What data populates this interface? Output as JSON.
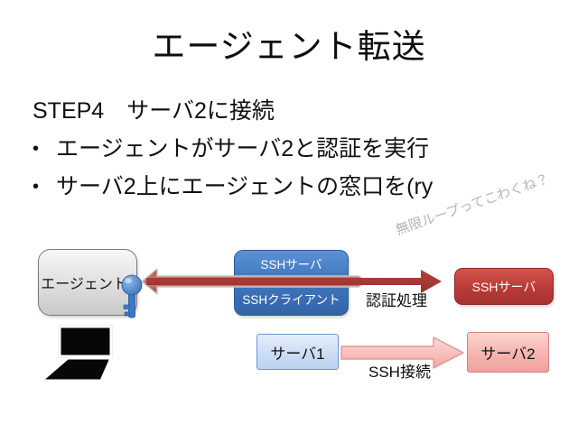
{
  "slide": {
    "title": "エージェント転送",
    "step_heading": "STEP4　サーバ2に接続",
    "bullet_char": "•",
    "bullets": [
      "エージェントがサーバ2と認証を実行",
      "サーバ2上にエージェントの窓口を(ry"
    ],
    "watermark": "無限ループってこわくね？"
  },
  "diagram": {
    "agent_box": {
      "label": "エージェント"
    },
    "ssh_stack_box": {
      "server_label": "SSHサーバ",
      "client_label": "SSHクライアント"
    },
    "remote_ssh_server_box": {
      "label": "SSHサーバ"
    },
    "server1_box": {
      "label": "サーバ1"
    },
    "server2_box": {
      "label": "サーバ2"
    },
    "auth_arrow_label": "認証処理",
    "ssh_arrow_label": "SSH接続",
    "icons": {
      "laptop": "laptop-icon",
      "key": "key-icon"
    }
  },
  "colors": {
    "ssh_stack_blue": "#4077be",
    "remote_server_red": "#b03a36",
    "auth_arrow_red": "#a93b37",
    "auth_arrow_light": "#cc7b75",
    "server1_light_blue": "#cfdff6",
    "server2_pink": "#f5b0ac",
    "agent_gray": "#d9d9d9",
    "watermark_gray": "#b5b5b5"
  }
}
